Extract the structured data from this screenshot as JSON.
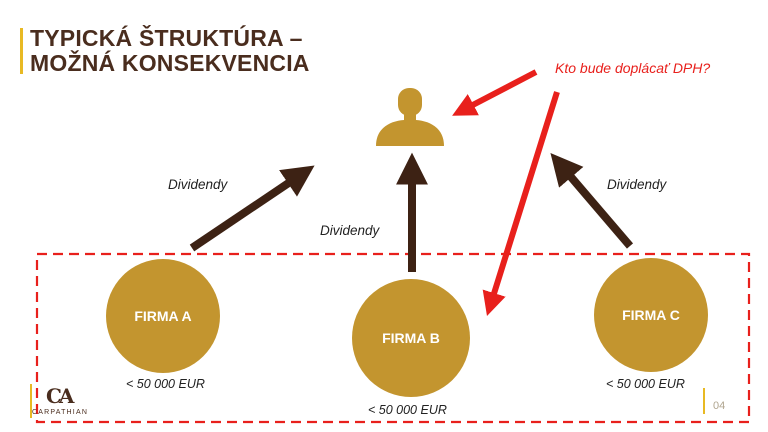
{
  "slide": {
    "title_line1": "TYPICKÁ ŠTRUKTÚRA –",
    "title_line2": "MOŽNÁ KONSEKVENCIA",
    "question": "Kto bude doplácať DPH?",
    "page_number": "04"
  },
  "labels": {
    "dividend_left": "Dividendy",
    "dividend_center": "Dividendy",
    "dividend_right": "Dividendy"
  },
  "firms": [
    {
      "name": "FIRMA A",
      "amount": "< 50 000 EUR"
    },
    {
      "name": "FIRMA B",
      "amount": "< 50 000 EUR"
    },
    {
      "name": "FIRMA C",
      "amount": "< 50 000 EUR"
    }
  ],
  "logo": {
    "mark": "CA",
    "text": "CARPATHIAN"
  },
  "icons": {
    "person": "person-icon"
  },
  "colors": {
    "gold": "#c3952f",
    "dark_brown": "#3d2214",
    "title_brown": "#4a2d1e",
    "red": "#e8201c",
    "accent_yellow": "#e8b923"
  }
}
